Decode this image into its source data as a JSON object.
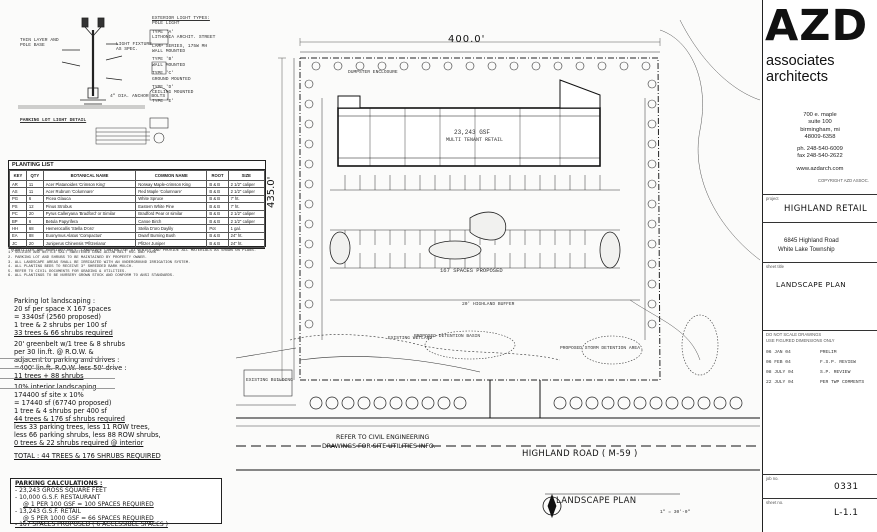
{
  "firm": {
    "name": "AZD",
    "line1": "associates",
    "line2": "architects",
    "address": [
      "700 e. maple",
      "suite 100",
      "birmingham, mi",
      "48009-6358"
    ],
    "phone": "ph. 248-540-6009",
    "fax": "fax 248-540-2622",
    "web": "www.azdarch.com",
    "copyright": "COPYRIGHT AZD ASSOC."
  },
  "project": {
    "label": "project",
    "name": "HIGHLAND RETAIL",
    "address": "6845 Highland Road",
    "township": "White Lake Township"
  },
  "sheet": {
    "title_label": "sheet title",
    "title": "LANDSCAPE PLAN",
    "not_for_construction": "DO NOT SCALE DRAWINGS",
    "use_dimensions": "USE FIGURED DIMENSIONS ONLY",
    "job_no": "0331",
    "sheet_no": "L-1.1",
    "job_label": "job no.",
    "sheet_label": "sheet no."
  },
  "revisions": [
    {
      "date": "06 JAN 04",
      "desc": "PRELIM"
    },
    {
      "date": "06 FEB 04",
      "desc": "F.S.P. REVIEW"
    },
    {
      "date": "08 JULY 04",
      "desc": "S.P. REVIEW"
    },
    {
      "date": "22 JULY 04",
      "desc": "PER TWP COMMENTS"
    }
  ],
  "plan": {
    "caption": "LANDSCAPE PLAN",
    "scale": "1\" = 30'-0\"",
    "road": "HIGHLAND ROAD ( M-59 )",
    "dim_top": "400.0'",
    "dim_left": "435.0'",
    "building_area": "23,243 GSF",
    "building_type": "MULTI TENANT RETAIL",
    "spaces": "167 SPACES PROPOSED",
    "refer_note_1": "REFER TO CIVIL ENGINEERING",
    "refer_note_2": "DRAWINGS FOR SITE UTILITIES INFO.",
    "detention_1": "PROPOSED DETENTION BASIN",
    "detention_2": "PROPOSED STORM DETENTION AREA",
    "existing_building": "EXISTING BUILDING",
    "existing_wetland": "EXISTING WETLAND",
    "greenbelt": "20' HIGHLAND BUFFER",
    "dumpster": "DUMPSTER ENCLOSURE"
  },
  "lighting_notes": [
    "EXTERIOR LIGHT TYPES:",
    "POLE LIGHT",
    "TYPE 'A'",
    "LITHONIA ARCHIT. STREET",
    "LAMP SERIES, 175W MH",
    "WALL MOUNTED",
    "TYPE 'B'",
    "WALL MOUNTED",
    "TYPE 'C'",
    "GROUND MOUNTED",
    "TYPE 'D'",
    "CEILING MOUNTED",
    "TYPE 'E'"
  ],
  "parking_lot_light_detail": "PARKING LOT LIGHT DETAIL",
  "plant_list": {
    "title": "PLANTING LIST",
    "headers": [
      "KEY",
      "QTY",
      "BOTANICAL NAME",
      "COMMON NAME",
      "ROOT",
      "SIZE"
    ],
    "rows": [
      [
        "AR",
        "11",
        "Acer Platanoides 'Crimson King'",
        "Norway Maple-crimson King",
        "B & B",
        "2 1/2\" caliper"
      ],
      [
        "AS",
        "11",
        "Acer Rubrum 'Columnare'",
        "Red Maple 'Columnare'",
        "B & B",
        "2 1/2\" caliper"
      ],
      [
        "PG",
        "6",
        "Picea Glauca",
        "White Spruce",
        "B & B",
        "7' ht."
      ],
      [
        "PS",
        "12",
        "Pinus Strobus",
        "Eastern White Pine",
        "B & B",
        "7' ht."
      ],
      [
        "PC",
        "20",
        "Pyrus Calleryana 'Bradford' or Similar",
        "Bradford Pear or similar",
        "B & B",
        "2 1/2\" caliper"
      ],
      [
        "BP",
        "6",
        "Betula Papyrifera",
        "Canoe Birch",
        "B & B",
        "2 1/2\" caliper"
      ],
      [
        "HH",
        "68",
        "Hemerocallis 'Stella D'oro'",
        "Stella D'oro Daylily",
        "Pot",
        "1 gal."
      ],
      [
        "EA",
        "88",
        "Euonymus Alatus 'Compactus'",
        "Dwarf Burning Bush",
        "B & B",
        "24\" ht."
      ],
      [
        "JC",
        "20",
        "Juniperus Chinensis 'Pfitzeriana'",
        "Pfitzer Juniper",
        "B & B",
        "24\" ht."
      ]
    ],
    "footer": "QUANTITIES ARE PROVIDED ONLY. LANDSCAPE CONTRACTOR TO VERIFY AND PROVIDE ALL MATERIALS AS SHOWN ON PLANS."
  },
  "landscape_calc": [
    "Parking lot landscaping :",
    "20 sf per space X 167 spaces",
    "= 3340sf (2560 proposed)",
    "1 tree & 2 shrubs per 100 sf",
    "33 trees & 66 shrubs required",
    "",
    "20' greenbelt w/1 tree & 8 shrubs",
    "per 30 lin.ft. @ R.O.W. &",
    "adjacent to parking and drives :",
    "=400' lin.ft. R.O.W. less 50' drive :",
    "11 trees + 88 shrubs",
    "",
    "10% interior landscaping",
    "174400 sf site x 10%",
    "= 17440 sf (67740 proposed)",
    "1 tree & 4 shrubs per 400 sf",
    "44 trees & 176 sf shrubs required",
    "less 33 parking trees, less 11 ROW trees,",
    "less 66 parking shrubs, less 88 ROW shrubs,",
    "0 trees & 22 shrubs required @ interior",
    "",
    "TOTAL :   44 TREES & 176 SHRUBS REQUIRED"
  ],
  "parking_calc": {
    "title": "PARKING CALCULATIONS :",
    "lines": [
      "- 23,243 GROSS SQUARE FEET",
      "- 10,000 G.S.F. RESTAURANT",
      "@ 1 PER 100 GSF = 100 SPACES REQUIRED",
      "- 13,243 G.S.F. RETAIL",
      "@ 5 PER 1000 GSF = 66 SPACES REQUIRED",
      "- 167 SPACES PROPOSED ( 6 ACCESSIBLE SPACES )"
    ]
  },
  "notes_title": "NOTES :",
  "notes": [
    "1. SOLDIER AND NETTLE SALT SWEETENED DANG ALLOW BELT RSC AND PARK",
    "2. PARKING LOT AND SHRUBS TO BE MAINTAINED BY PROPERTY OWNER.",
    "3. ALL LANDSCAPE AREAS SHALL BE IRRIGATED WITH AN UNDERGROUND IRRIGATION SYSTEM.",
    "4. ALL PLANTING BEDS TO RECEIVE 3\" SHREDDED BARK MULCH.",
    "5. REFER TO CIVIL DOCUMENTS FOR GRADING & UTILITIES.",
    "6. ALL PLANTINGS TO BE NURSERY GROWN STOCK AND CONFORM TO ANSI STANDARDS."
  ],
  "colors": {
    "ink": "#1a1a1a",
    "paper": "#fbfbfa",
    "line": "#333333"
  }
}
